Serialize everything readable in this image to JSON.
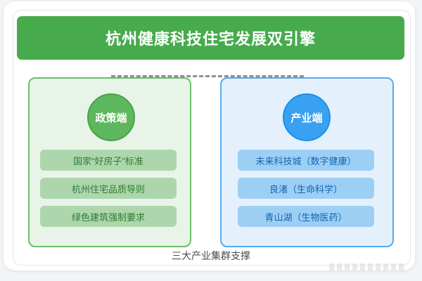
{
  "title": "杭州健康科技住宅发展双引擎",
  "caption": "三大产业集群支撑",
  "left_panel": {
    "circle_label": "政策端",
    "items": [
      "国家“好房子”标准",
      "杭州住宅品质导则",
      "绿色建筑强制要求"
    ]
  },
  "right_panel": {
    "circle_label": "产业端",
    "items": [
      "未来科技城（数字健康）",
      "良渚（生命科学）",
      "青山湖（生物医药）"
    ]
  },
  "colors": {
    "page_bg": "#f2f4f7",
    "banner_green": "#47ab4d",
    "left_panel_bg": "#e9f4e9",
    "left_panel_border": "#6cbe6a",
    "left_circle_fill": "#5db75c",
    "left_circle_border": "#4aa24a",
    "left_item_bg": "#aed6ad",
    "left_item_text": "#2e7b31",
    "right_panel_bg": "#e4f1fc",
    "right_panel_border": "#55abef",
    "right_circle_fill": "#38a1f1",
    "right_circle_border": "#1e90e8",
    "right_item_bg": "#9dcff5",
    "right_item_text": "#1164b4",
    "connector_dash": "#8f8f8f"
  }
}
